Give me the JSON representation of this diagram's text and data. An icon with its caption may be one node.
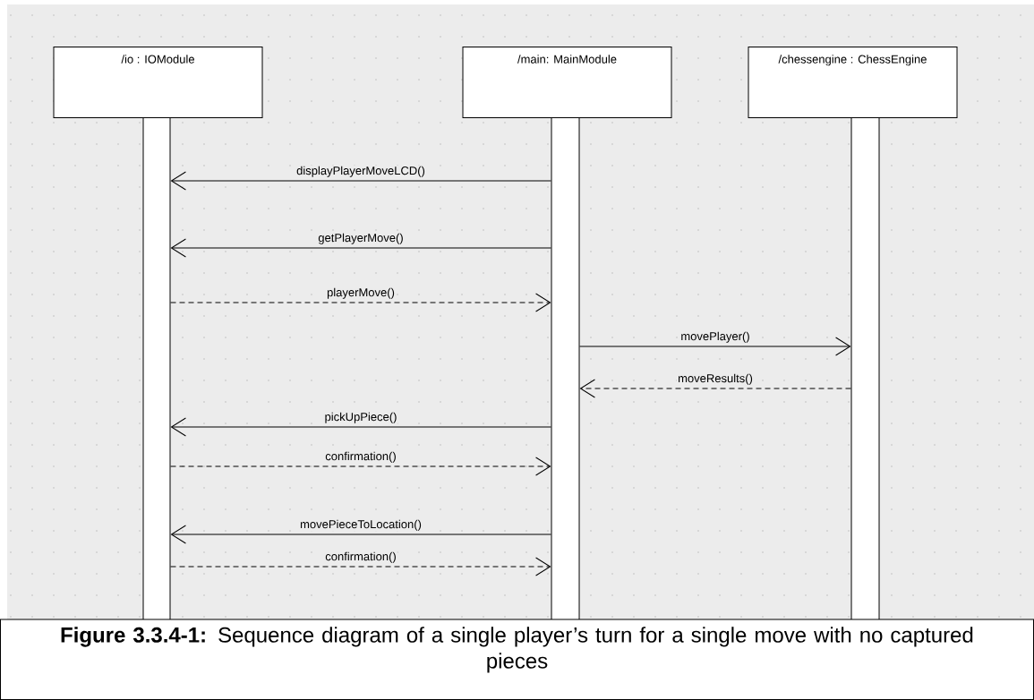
{
  "diagram": {
    "caption": "**Figure 3.3.4-1:** Sequence diagram of a single player’s turn for a single move with no captured pieces",
    "nodes": [
      {
        "text": [
          "/io : IOModule"
        ]
      },
      {
        "text": [
          "/main: MainModule"
        ]
      },
      {
        "text": [
          "/chessengine : ChessEngine"
        ]
      },
      {
        "text": [],
        "shape": "bar"
      },
      {
        "text": [],
        "shape": "bar"
      },
      {
        "text": [],
        "shape": "bar"
      }
    ],
    "edges": [
      {
        "from": 4,
        "to": 3,
        "arrow": "to",
        "label": "displayPlayerMoveLCD()"
      },
      {
        "from": 4,
        "to": 3,
        "arrow": "to",
        "label": "getPlayerMove()"
      },
      {
        "from": 3,
        "to": 4,
        "arrow": "to",
        "label": "playerMove()",
        "style": "dashed"
      },
      {
        "from": 4,
        "to": 5,
        "arrow": "to",
        "label": "movePlayer()"
      },
      {
        "from": 5,
        "to": 4,
        "arrow": "to",
        "label": "moveResults()",
        "style": "dashed"
      },
      {
        "from": 4,
        "to": 3,
        "arrow": "to",
        "label": "pickUpPiece()"
      },
      {
        "from": 3,
        "to": 4,
        "arrow": "to",
        "label": "confirmation()",
        "style": "dashed"
      },
      {
        "from": 4,
        "to": 3,
        "arrow": "to",
        "label": "movePieceToLocation()"
      },
      {
        "from": 3,
        "to": 4,
        "arrow": "to",
        "label": "confirmation()",
        "style": "dashed"
      }
    ]
  }
}
